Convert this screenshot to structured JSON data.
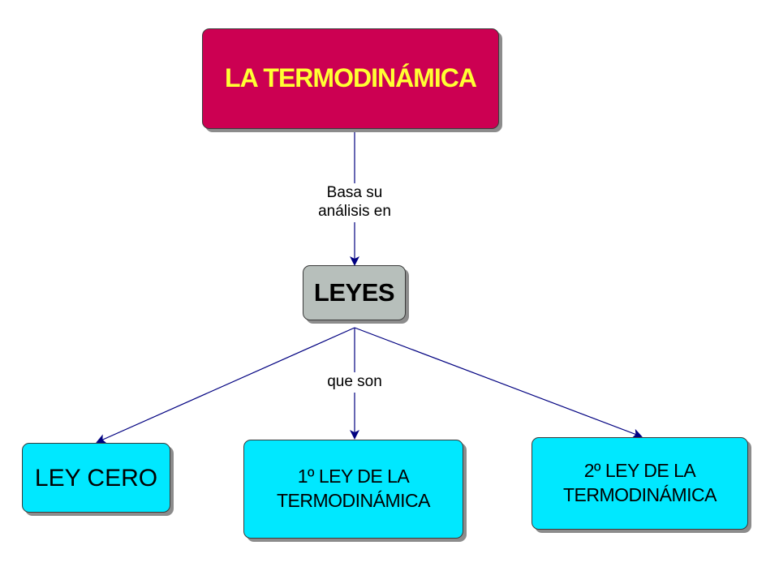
{
  "nodes": {
    "root": {
      "label": "LA TERMODINÁMICA",
      "fill": "#cc0052",
      "text_color": "#ffff33"
    },
    "leyes": {
      "label": "LEYES",
      "fill": "#b7bfbb",
      "text_color": "#000000"
    },
    "ley_cero": {
      "label": "LEY CERO",
      "fill": "#00e8ff",
      "text_color": "#000000"
    },
    "primera_ley": {
      "label": "1º LEY DE LA\nTERMODINÁMICA",
      "fill": "#00e8ff",
      "text_color": "#000000"
    },
    "segunda_ley": {
      "label": "2º LEY DE LA\nTERMODINÁMICA",
      "fill": "#00e8ff",
      "text_color": "#000000"
    }
  },
  "links": {
    "root_to_leyes": {
      "label": "Basa su\nanálisis en"
    },
    "leyes_to_laws": {
      "label": "que son"
    }
  },
  "colors": {
    "connector_line": "#000080",
    "node_border": "#3a3a3a",
    "node_shadow": "#8c8c8c"
  }
}
